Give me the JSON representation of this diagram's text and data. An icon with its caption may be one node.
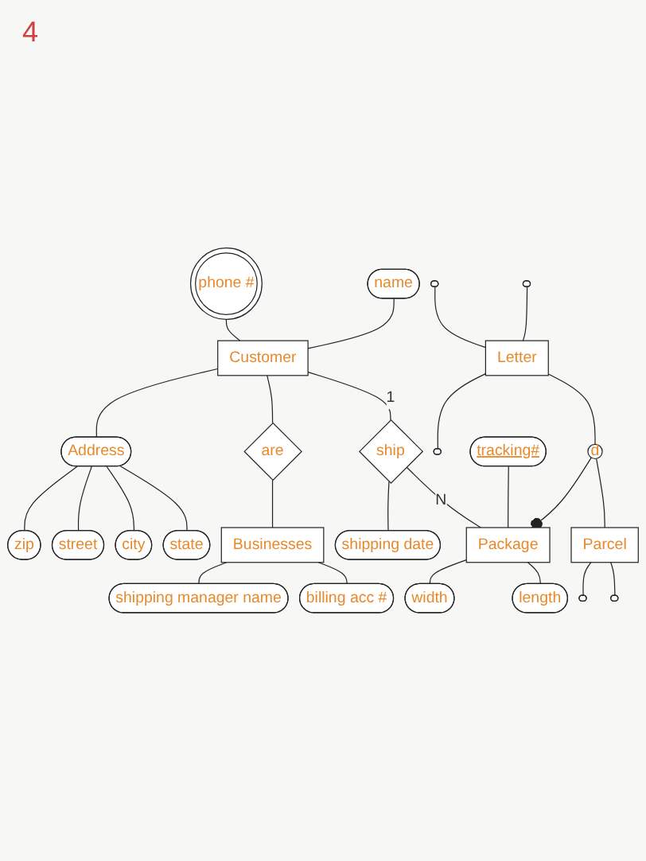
{
  "diagram": {
    "nodes": [
      {
        "text": [
          "phone #"
        ]
      },
      {
        "text": [
          "name"
        ]
      },
      {
        "text": [
          "Address"
        ]
      },
      {
        "text": [
          "zip"
        ]
      },
      {
        "text": [
          "Customer"
        ]
      },
      {
        "text": [
          "are"
        ]
      },
      {
        "text": [
          "street"
        ]
      },
      {
        "text": [
          "city"
        ]
      },
      {
        "text": [
          "state"
        ]
      },
      {
        "text": [
          "Businesses"
        ]
      },
      {
        "text": [
          "shipping manager name"
        ]
      },
      {
        "text": [
          "billing acc #"
        ]
      },
      {
        "text": [
          "ship"
        ]
      },
      {
        "text": [
          "shipping date"
        ]
      },
      {
        "text": [],
        "shape": "ellipse"
      },
      {
        "text": [],
        "shape": "ellipse"
      },
      {
        "text": [
          "Letter"
        ]
      },
      {
        "text": [],
        "shape": "ellipse"
      },
      {
        "text": [
          "tracking#"
        ]
      },
      {
        "text": [
          "Package"
        ]
      },
      {
        "text": [
          "d"
        ]
      },
      {
        "text": [
          "width"
        ]
      },
      {
        "text": [
          "length"
        ]
      },
      {
        "text": [
          "Parcel"
        ]
      },
      {
        "text": [],
        "shape": "ellipse"
      },
      {
        "text": [],
        "shape": "ellipse"
      }
    ],
    "edges": [
      {
        "from": 0,
        "to": 4,
        "arrow": "none"
      },
      {
        "from": 1,
        "to": 4,
        "arrow": "none"
      },
      {
        "from": 4,
        "to": 2,
        "arrow": "none"
      },
      {
        "from": 2,
        "to": 3,
        "arrow": "none"
      },
      {
        "from": 2,
        "to": 6,
        "arrow": "none"
      },
      {
        "from": 2,
        "to": 7,
        "arrow": "none"
      },
      {
        "from": 2,
        "to": 8,
        "arrow": "none"
      },
      {
        "from": 4,
        "to": 5,
        "arrow": "none"
      },
      {
        "from": 5,
        "to": 9,
        "arrow": "none"
      },
      {
        "from": 9,
        "to": 10,
        "arrow": "none"
      },
      {
        "from": 9,
        "to": 11,
        "arrow": "none"
      },
      {
        "from": 4,
        "to": 12,
        "label": "1",
        "arrow": "none"
      },
      {
        "from": 12,
        "to": 13,
        "arrow": "none"
      },
      {
        "from": 12,
        "to": 19,
        "label": "N",
        "arrow": "none"
      },
      {
        "from": 14,
        "to": 16,
        "arrow": "none"
      },
      {
        "from": 15,
        "to": 16,
        "arrow": "none"
      },
      {
        "from": 16,
        "to": 17,
        "arrow": "none"
      },
      {
        "from": 18,
        "to": 19,
        "arrow": "none"
      },
      {
        "from": 20,
        "to": 19,
        "arrow": "other"
      },
      {
        "from": 16,
        "to": 20,
        "arrow": "none"
      },
      {
        "from": 19,
        "to": 21,
        "arrow": "none"
      },
      {
        "from": 19,
        "to": 22,
        "arrow": "none"
      },
      {
        "from": 20,
        "to": 23,
        "arrow": "none"
      },
      {
        "from": 23,
        "to": 24,
        "arrow": "none"
      },
      {
        "from": 23,
        "to": 25,
        "arrow": "none"
      }
    ],
    "labels": [
      "4"
    ]
  }
}
